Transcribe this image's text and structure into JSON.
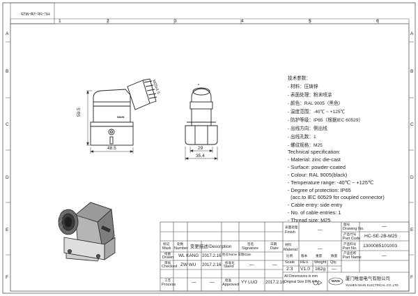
{
  "zone_numbers": [
    "1",
    "2",
    "3",
    "4",
    "5",
    "6"
  ],
  "zone_letters": [
    "A",
    "B",
    "C",
    "D",
    "E",
    "F"
  ],
  "stamp_text": "HC-SE-2B-M25",
  "dimensions": {
    "width_front": "48.5",
    "height_front": "59.5",
    "width_side_inner": "29",
    "width_side_outer": "35.4",
    "thread_label": "M25x1.5"
  },
  "brand_mark": "WAIN",
  "spec_cn": {
    "title": "技术参数：",
    "items": [
      "- 材料：压铸锌",
      "- 表面处理：粉末喷涂",
      "- 颜色：RAL 9005（黑色）",
      "- 温度范围：-40℃ ~ +125℃",
      "- 防护等级：IP65（根据IEC 60529）",
      "- 出线方向：侧出线",
      "- 出线孔数：1",
      "- 螺纹规格：M25"
    ]
  },
  "spec_en": {
    "title": "Technical specification:",
    "items": [
      "- Material: zinc die-cast",
      "- Surface: powder-coated",
      "- Colour: RAL 9005(black)",
      "- Temperature range: -40℃ ~ +125℃",
      "- Degree of protection: IP65",
      "  (acc.to IEC 60529 for coupled connector)",
      "- Cable entry: side entry",
      "- No. of cable entries: 1",
      "- Thread size: M25"
    ]
  },
  "title_block": {
    "finish_cn": "表面处理",
    "finish_en": "Finish",
    "finish_value": "—",
    "material_cn": "材料",
    "material_en": "Material",
    "material_value": "—",
    "drawing_no_cn": "图号",
    "drawing_no_en": "Drawing No.",
    "drawing_no_value": "—",
    "part_code_cn": "产品代号",
    "part_code_en": "Part Code",
    "part_code_value": "HC-SE-2B-M25",
    "part_no_cn": "产品料号",
    "part_no_en": "Part No.",
    "part_no_value": "1300085101003",
    "part_name_cn": "产品名称",
    "part_name_en": "Part Name",
    "part_name_value": "—",
    "scale_cn": "比例",
    "scale_en": "Scale",
    "scale_value": "2:3",
    "rev_cn": "版本",
    "rev_en": "REV.",
    "rev_value": "V1.0",
    "weight_cn": "重量",
    "weight_en": "Weight",
    "weight_value": "162g",
    "qty_cn": "数量",
    "qty_en": "Qty.",
    "qty_value": "—",
    "mark_cn": "标记",
    "mark_en": "Mark",
    "number_cn": "处数",
    "number_en": "Number",
    "change_desc": "变更描述/Description",
    "signature_cn": "签名",
    "signature_en": "Signature",
    "date_cn": "日期",
    "date_en": "Date",
    "drawn_cn": "绘图",
    "drawn_en": "Drawn",
    "drawn_name": "WL KANG",
    "drawn_date": "2017.2.16",
    "checked_cn": "审核",
    "checked_en": "Checked",
    "checked_name": "ZW WU",
    "checked_date": "2017.2.16",
    "process_cn": "工艺",
    "process_en": "Process",
    "process_name": "—",
    "process_date": "—",
    "name_date": "姓名/Name 日期/Date",
    "stand_cn": "标准化",
    "stand_en": "Stand",
    "stand_value": "—",
    "stand_date": "—",
    "approved_cn": "批准",
    "approved_en": "Approved",
    "approved_name": "YY LUO",
    "approved_date": "2017.2.16",
    "units_note": "All Dimensions in mm",
    "size_note": "Original Size DIN A 4",
    "company_cn": "厦门唯恩电气有限公司",
    "company_en": "XIAMEN WAIN ELECTRICAL CO.,LTD",
    "logo_text": "WAIN"
  }
}
